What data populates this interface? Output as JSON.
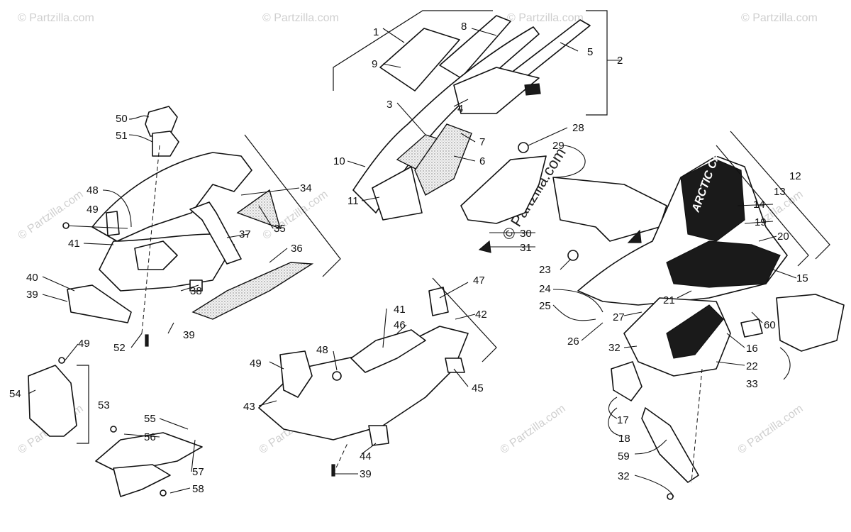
{
  "watermarks": {
    "corner": "© Partzilla.com",
    "center": "© Partzilla.com"
  },
  "logo": "ARCTIC CAT",
  "callouts": {
    "c1": "1",
    "c2": "2",
    "c3": "3",
    "c4": "4",
    "c5": "5",
    "c6": "6",
    "c7": "7",
    "c8": "8",
    "c9": "9",
    "c10": "10",
    "c11": "11",
    "c12": "12",
    "c13": "13",
    "c14": "14",
    "c15": "15",
    "c16": "16",
    "c17": "17",
    "c18": "18",
    "c19": "19",
    "c20": "20",
    "c21": "21",
    "c22": "22",
    "c23": "23",
    "c24": "24",
    "c25": "25",
    "c26": "26",
    "c27": "27",
    "c28": "28",
    "c29": "29",
    "c30": "30",
    "c31": "31",
    "c32a": "32",
    "c32b": "32",
    "c33": "33",
    "c34": "34",
    "c35": "35",
    "c36": "36",
    "c37": "37",
    "c38": "38",
    "c39a": "39",
    "c39b": "39",
    "c39c": "39",
    "c40": "40",
    "c41a": "41",
    "c41b": "41",
    "c42": "42",
    "c43": "43",
    "c44": "44",
    "c45": "45",
    "c46": "46",
    "c47": "47",
    "c48a": "48",
    "c48b": "48",
    "c49a": "49",
    "c49b": "49",
    "c49c": "49",
    "c50": "50",
    "c51": "51",
    "c52": "52",
    "c53": "53",
    "c54": "54",
    "c55": "55",
    "c56": "56",
    "c57": "57",
    "c58": "58",
    "c59": "59",
    "c60": "60"
  }
}
